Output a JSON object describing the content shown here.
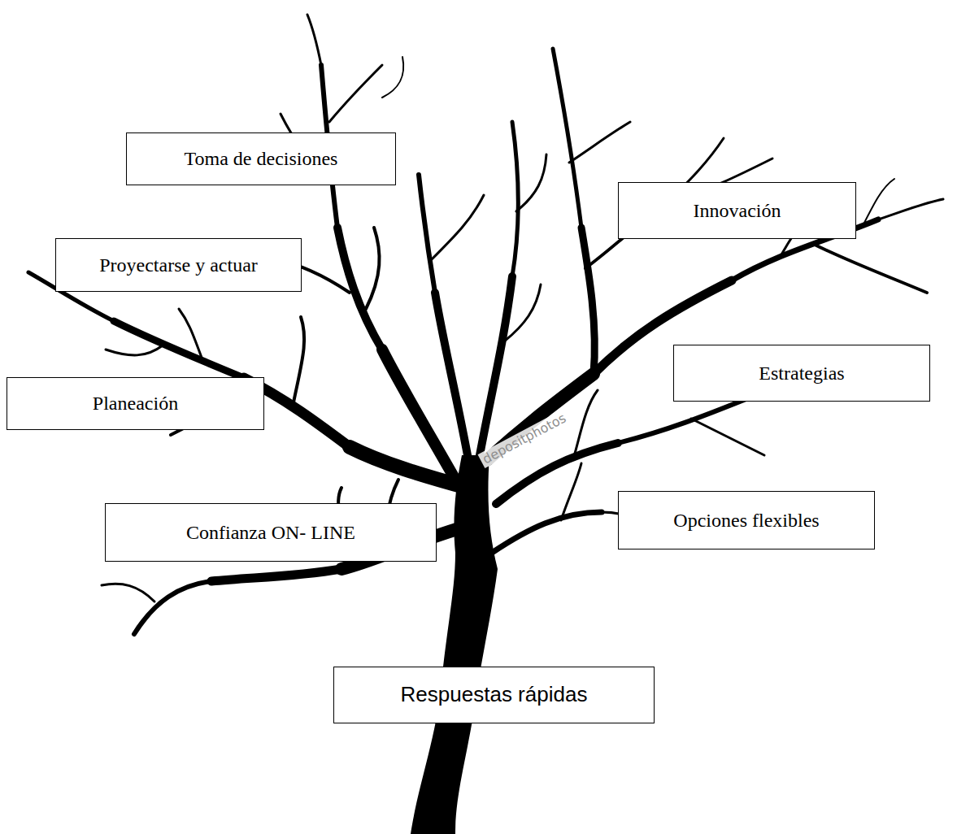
{
  "diagram": {
    "nodes": [
      {
        "text": [
          "Toma de decisiones"
        ]
      },
      {
        "text": [
          "Innovación"
        ]
      },
      {
        "text": [
          "Proyectarse y actuar"
        ]
      },
      {
        "text": [
          "Estrategias"
        ]
      },
      {
        "text": [
          "Planeación"
        ]
      },
      {
        "text": [
          "Opciones flexibles"
        ]
      },
      {
        "text": [
          "Confianza ON- LINE"
        ]
      },
      {
        "text": [
          "Respuestas rápidas"
        ]
      }
    ],
    "labels": [
      "depositphotos"
    ]
  }
}
